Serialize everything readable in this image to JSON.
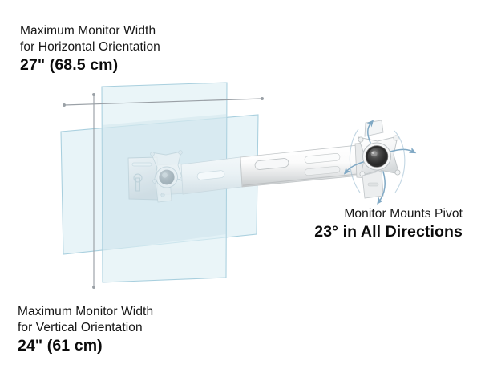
{
  "illustration": {
    "title": "Monitor mount maximum width and pivot range diagram",
    "background_color": "#ffffff"
  },
  "callouts": {
    "horizontal": {
      "name": "max-width-horizontal",
      "line1": "Maximum Monitor Width",
      "line2": "for Horizontal Orientation",
      "value": "27\" (68.5 cm)",
      "value_inches": 27,
      "value_cm": 68.5
    },
    "vertical": {
      "name": "max-width-vertical",
      "line1": "Maximum Monitor Width",
      "line2": "for Vertical Orientation",
      "value": "24\" (61 cm)",
      "value_inches": 24,
      "value_cm": 61
    },
    "pivot": {
      "name": "pivot-range",
      "line1": "Monitor Mounts Pivot",
      "value": "23° in All Directions",
      "value_degrees": 23
    }
  },
  "colors": {
    "panel_fill": "#dff0f5",
    "panel_stroke": "#a8cfde",
    "panel_overlap": "#cfe4ec",
    "dimension_line": "#9aa0a6",
    "arrow_blue": "#7fa8c4",
    "metal_light": "#fdfdfd",
    "metal_mid": "#dcdcdc",
    "metal_shadow": "#b8bcbe",
    "pivot_dark": "#3a3a3a",
    "text": "#111111"
  },
  "graphics": {
    "panel_horizontal_label": "landscape-monitor-outline",
    "panel_vertical_label": "portrait-monitor-outline",
    "dimension_line_horizontal": "horizontal-width-dimension-line",
    "dimension_line_vertical": "vertical-width-dimension-line",
    "wall_bracket": "wall-mount-bracket",
    "vesa_plate_left": "vesa-plate-left",
    "extension_arm": "extension-arm",
    "vesa_plate_right": "vesa-plate-right",
    "pivot_ball": "pivot-ball-joint",
    "pivot_arrows": [
      "pivot-arrow-up",
      "pivot-arrow-right",
      "pivot-arrow-down",
      "pivot-arrow-left"
    ]
  }
}
